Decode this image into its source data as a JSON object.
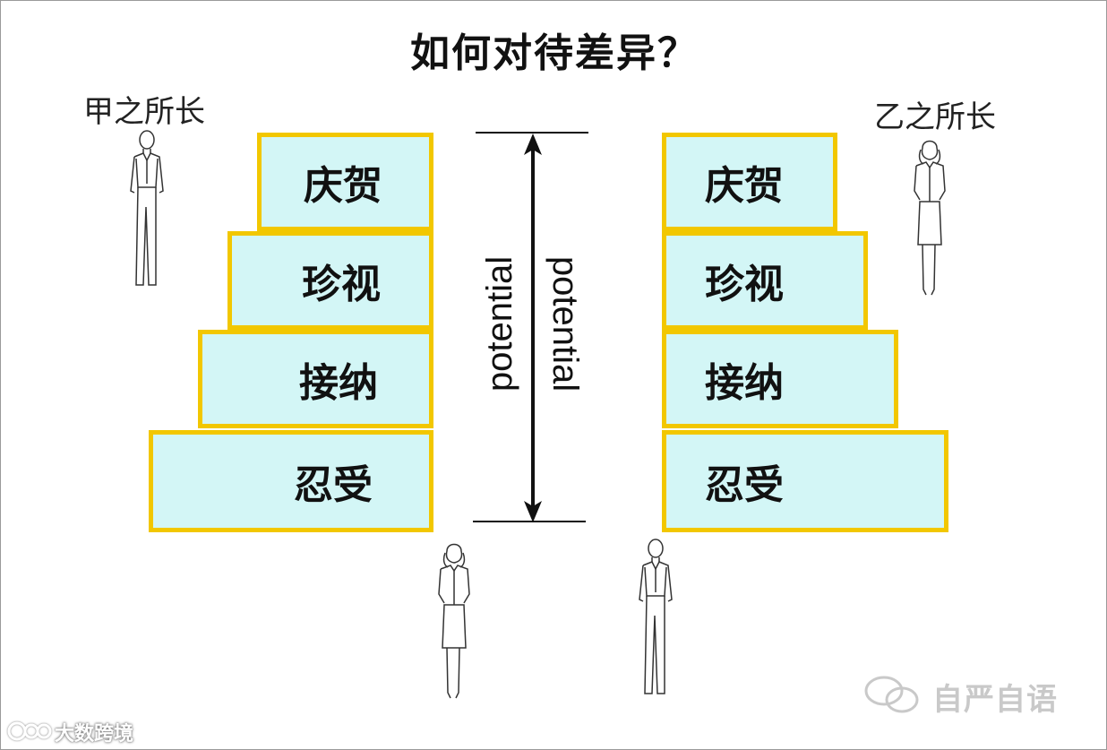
{
  "title": "如何对待差异？",
  "left_label": "甲之所长",
  "right_label": "乙之所长",
  "levels": {
    "celebrate": "庆贺",
    "cherish": "珍视",
    "accept": "接纳",
    "tolerate": "忍受"
  },
  "potential_left": "potential",
  "potential_right": "potential",
  "watermark_right": "自严自语",
  "watermark_left": "大数跨境",
  "colors": {
    "box_fill": "#d3f6f6",
    "box_border": "#f2c700",
    "text": "#111111"
  }
}
